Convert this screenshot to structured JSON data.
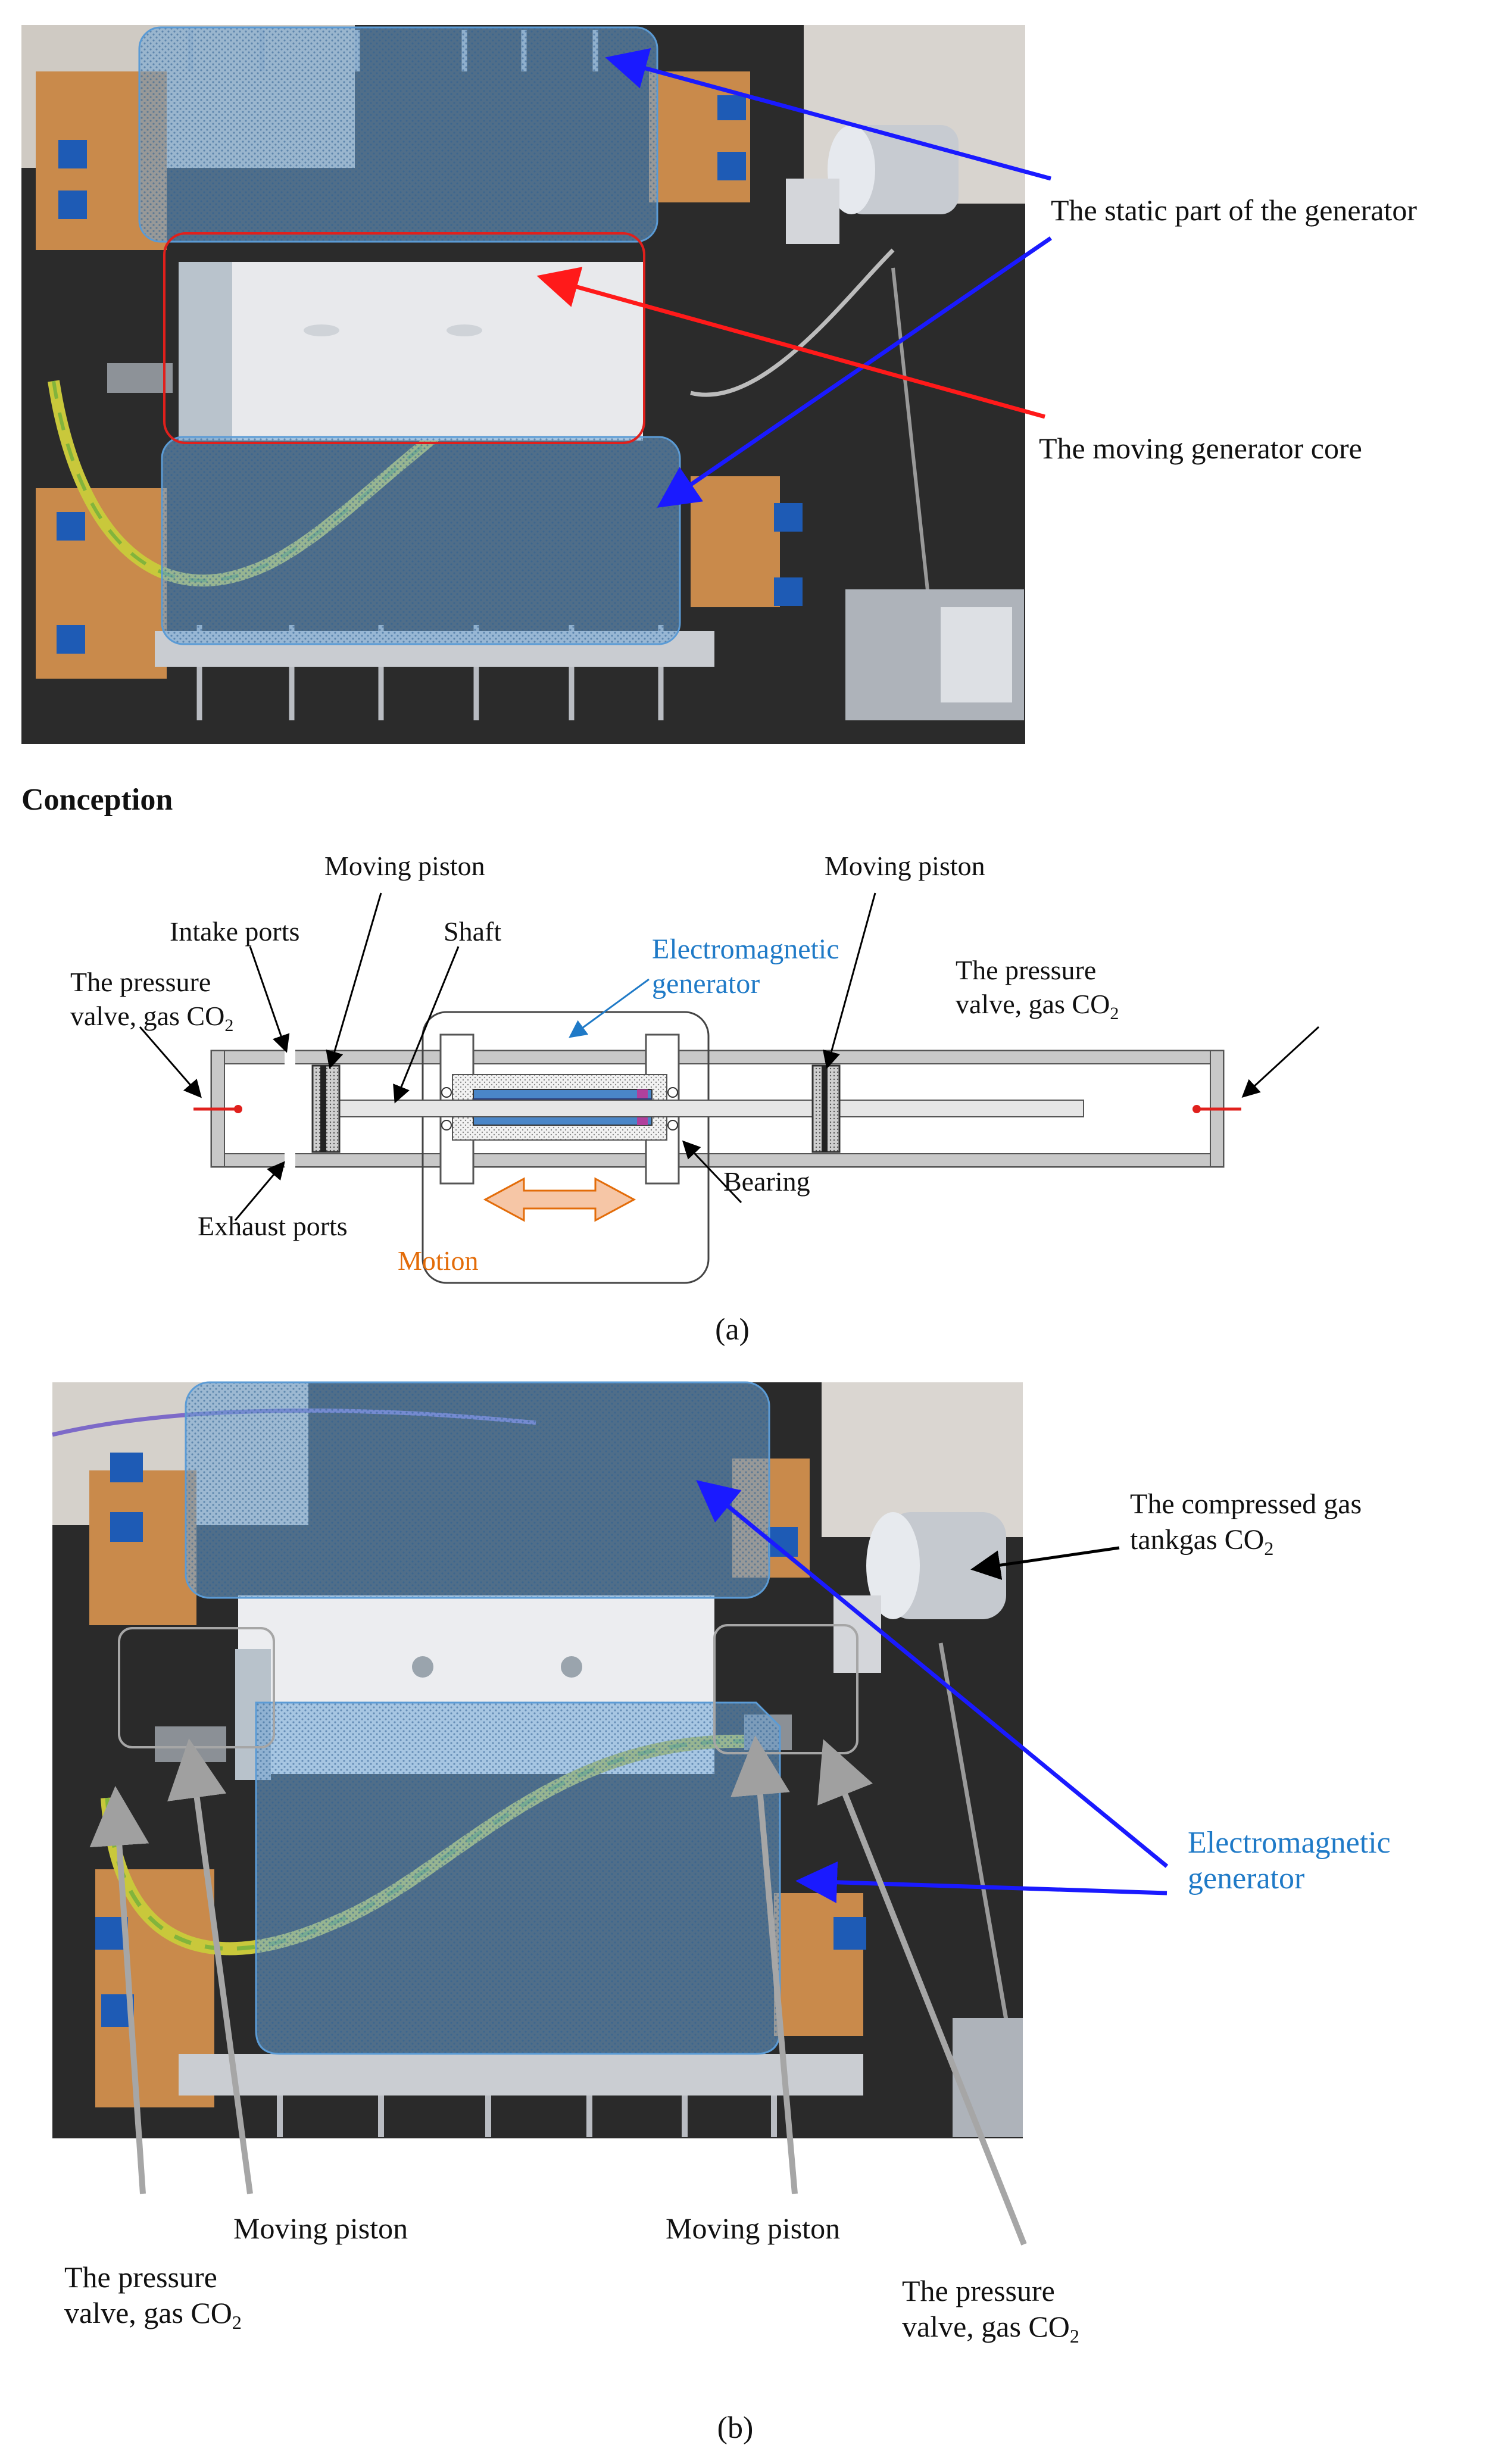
{
  "panel_a": {
    "photo": {
      "static_part_label": "The static part of the generator",
      "moving_core_label": "The moving generator core"
    },
    "conception": {
      "heading": "Conception",
      "moving_piston_left": "Moving piston",
      "moving_piston_right": "Moving piston",
      "intake_ports": "Intake ports",
      "shaft": "Shaft",
      "em_generator_line1": "Electromagnetic",
      "em_generator_line2": "generator",
      "pressure_valve_left_line1": "The pressure",
      "pressure_valve_left_line2": "valve, gas CO",
      "pressure_valve_right_line1": "The pressure",
      "pressure_valve_right_line2": "valve, gas CO",
      "subscript_2": "2",
      "bearing": "Bearing",
      "exhaust_ports": "Exhaust ports",
      "motion": "Motion"
    },
    "caption": "(a)",
    "caption_letter": "a"
  },
  "panel_b": {
    "compressed_tank_line1": "The compressed gas",
    "compressed_tank_line2": "tankgas CO",
    "subscript_2": "2",
    "em_generator_line1": "Electromagnetic",
    "em_generator_line2": "generator",
    "moving_piston_left": "Moving piston",
    "moving_piston_right": "Moving piston",
    "pressure_valve_left_line1": "The pressure",
    "pressure_valve_left_line2": "valve, gas CO",
    "pressure_valve_right_line1": "The pressure",
    "pressure_valve_right_line2": "valve, gas CO",
    "caption": "(b)",
    "caption_letter": "b"
  },
  "colors": {
    "blue_overlay": "#5b9bd5",
    "red_outline": "#e0201c",
    "arrow_blue": "#1a1aff",
    "arrow_red": "#ff1a1a",
    "em_label_blue": "#1f7ac7",
    "motion_orange": "#e36c09",
    "photo_bg_dark": "#2a2a2a"
  }
}
